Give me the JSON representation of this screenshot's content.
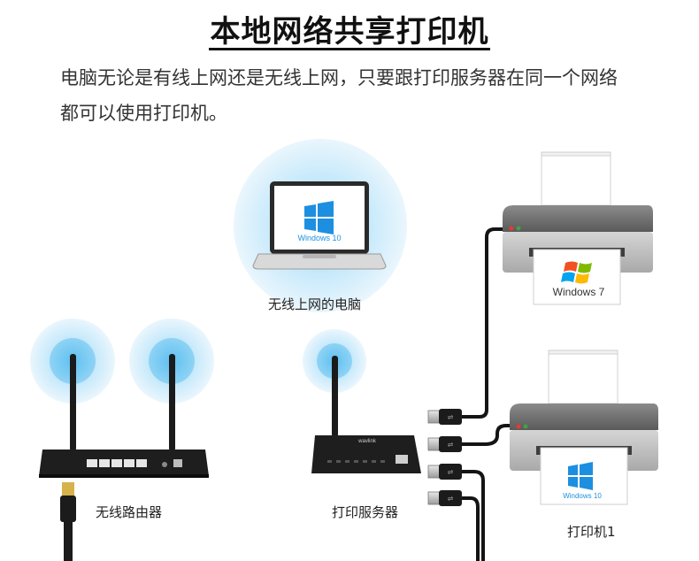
{
  "title": "本地网络共享打印机",
  "description_line1": "电脑无论是有线上网还是无线上网，只要跟打印服务器在同一个网络",
  "description_line2": "都可以使用打印机。",
  "laptop": {
    "label": "无线上网的电脑",
    "os_text": "Windows 10"
  },
  "router": {
    "label": "无线路由器"
  },
  "print_server": {
    "label": "打印服务器",
    "brand": "wavlink"
  },
  "printer_top": {
    "os_text": "Windows 7"
  },
  "printer_bottom": {
    "label": "打印机1",
    "os_text": "Windows 10"
  },
  "colors": {
    "wifi_glow": "#bfe6fb",
    "wifi_core": "#6cc6f2",
    "win_blue": "#1d8fe0",
    "device_black": "#1b1b1b"
  }
}
